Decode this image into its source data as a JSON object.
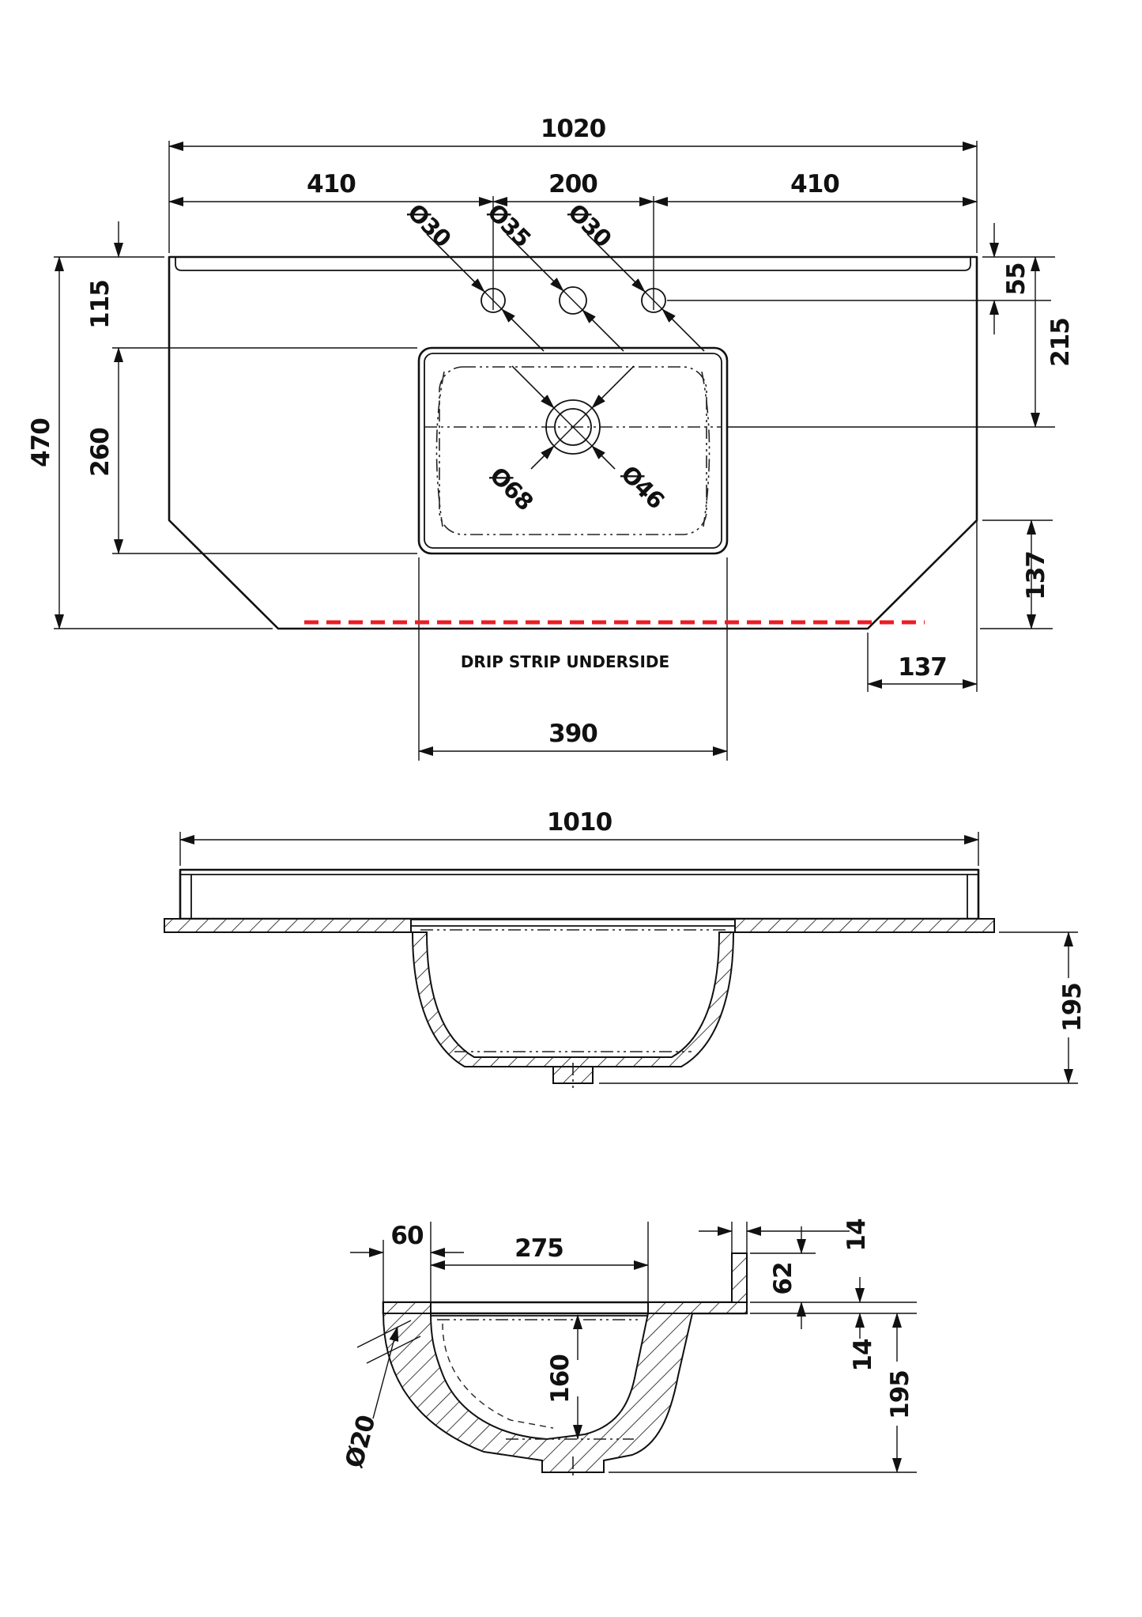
{
  "drawing": {
    "accent_red": "#ED1C24",
    "plan": {
      "overall_width": "1020",
      "left_span": "410",
      "center_span": "200",
      "right_span": "410",
      "hole_left": "Ø30",
      "hole_center": "Ø35",
      "hole_right": "Ø30",
      "overall_depth": "470",
      "top_to_holes": "55",
      "top_to_basin": "115",
      "top_to_drain": "215",
      "basin_front_depth": "260",
      "drain_outer": "Ø68",
      "drain_waste": "Ø46",
      "basin_width": "390",
      "chamfer_height": "137",
      "chamfer_width": "137",
      "drip_note": "DRIP STRIP UNDERSIDE"
    },
    "front": {
      "overall_width": "1010",
      "overall_height": "195"
    },
    "section": {
      "bowl_top_width": "275",
      "upstand_thickness": "14",
      "back_ledge": "60",
      "upstand_height": "62",
      "worktop_thickness": "14",
      "bowl_inner_depth": "160",
      "overall_height": "195",
      "overflow_hole": "Ø20"
    }
  }
}
